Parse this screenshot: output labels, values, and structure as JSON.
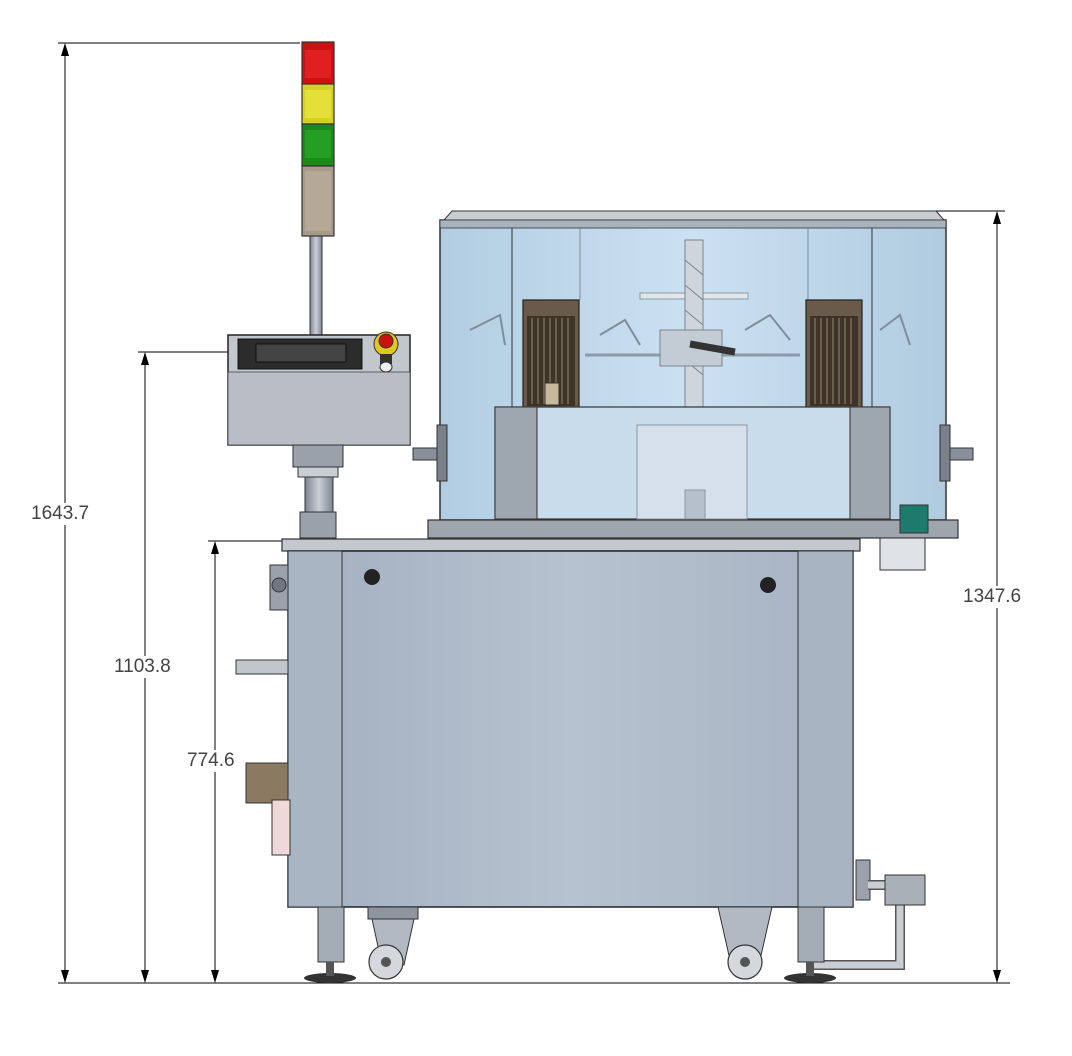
{
  "dimensions": {
    "overall_height": "1643.7",
    "panel_height": "1103.8",
    "table_height": "774.6",
    "enclosure_height": "1347.6"
  },
  "colors": {
    "cabinet": "#b0bccb",
    "cabinet_dark": "#8e99a8",
    "glass": "#bcd6ea",
    "lamp_red": "#cc1111",
    "lamp_yellow": "#d8d020",
    "lamp_green": "#1a8a1a",
    "lamp_base": "#a69a88",
    "control_box": "#c2c7ce"
  }
}
